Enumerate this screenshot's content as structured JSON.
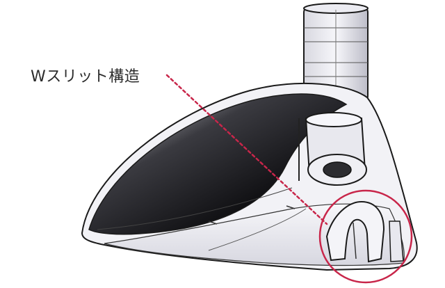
{
  "callout": {
    "label": "Wスリット構造"
  },
  "colors": {
    "accent": "#c8264a",
    "outline": "#1a1a1a",
    "interior": "#f4f4f6",
    "shell_dark": "#2a2a2e"
  },
  "icons": [
    "golf-club-head-cutaway",
    "highlight-circle"
  ]
}
